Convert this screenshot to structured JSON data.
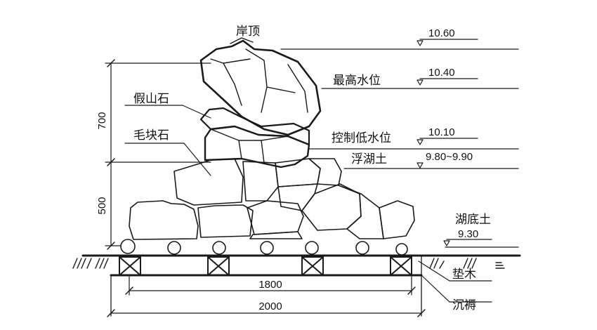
{
  "labels": {
    "crest": "岸顶",
    "rockery_stone": "假山石",
    "block_stone": "毛块石",
    "highest_water": "最高水位",
    "control_low_water": "控制低水位",
    "floating_soil": "浮湖土",
    "lake_bottom_soil": "湖底土",
    "pad_wood": "垫木",
    "mattress": "沉褥"
  },
  "elevations": {
    "crest": "10.60",
    "highest_water": "10.40",
    "control_low_water": "10.10",
    "floating_soil": "9.80~9.90",
    "lake_bottom": "9.30"
  },
  "dimensions": {
    "upper_height": "700",
    "lower_height": "500",
    "pad_width": "1800",
    "mattress_width": "2000"
  }
}
